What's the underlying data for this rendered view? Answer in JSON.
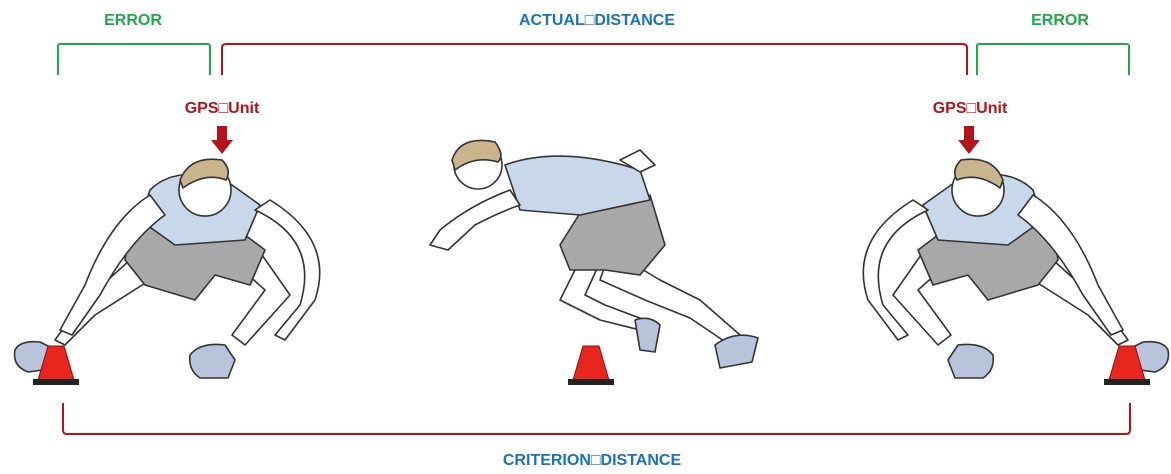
{
  "labels": {
    "error_left": "ERROR",
    "actual_distance": "ACTUAL□DISTANCE",
    "error_right": "ERROR",
    "gps_left": "GPS□Unit",
    "gps_right": "GPS□Unit",
    "criterion_distance": "CRITERION□DISTANCE"
  },
  "colors": {
    "error": "#1fa84a",
    "actual": "#1a73b8",
    "bracket_red": "#b5121b",
    "cone": "#e8251f",
    "shirt": "#c8d8ea",
    "shorts": "#a8a8a8",
    "skin": "#ffffff",
    "hair": "#c9b48e",
    "shoe": "#b9c4dc"
  },
  "icons": [
    "arrow-down-icon",
    "cone-icon",
    "athlete-figure"
  ]
}
